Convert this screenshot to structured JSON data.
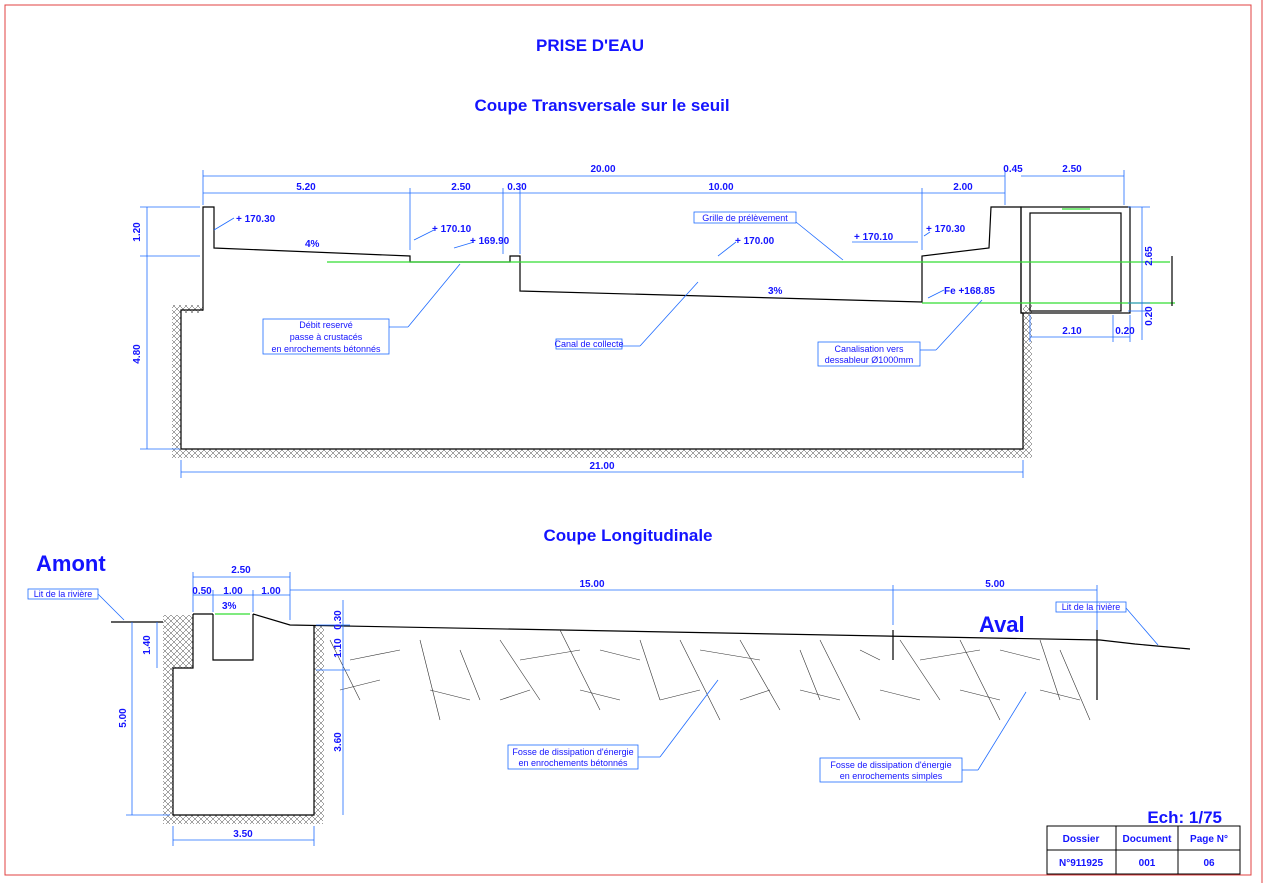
{
  "colors": {
    "frame": "#e04040",
    "text": "#1414ff",
    "dimension": "#1e6bff",
    "water": "#33dd33",
    "line": "#000000"
  },
  "titles": {
    "main": "PRISE D'EAU",
    "section1": "Coupe Transversale sur le seuil",
    "section2": "Coupe Longitudinale"
  },
  "transversale": {
    "dims": {
      "total": "20.00",
      "d1": "5.20",
      "d2": "2.50",
      "d3": "0.30",
      "d4": "10.00",
      "d5": "2.00",
      "d6": "0.45",
      "d7": "2.50",
      "h1": "1.20",
      "h2": "4.80",
      "r1": "2.65",
      "r2": "0.20",
      "b1": "2.10",
      "b2": "0.20",
      "bottom": "21.00"
    },
    "levels": {
      "l1": "+ 170.30",
      "l2": "+ 170.10",
      "l3": "+ 169.90",
      "l4": "+ 170.00",
      "l5": "+ 170.10",
      "l6": "+ 170.30",
      "fe": "Fe +168.85"
    },
    "slopes": {
      "s1": "4%",
      "s2": "3%"
    },
    "labels": {
      "grille": "Grille de prélèvement",
      "debit1": "Débit  reservé",
      "debit2": "passe à crustacés",
      "debit3": "en enrochements  bétonnés",
      "canal": "Canal de collecte",
      "canal1": "Canalisation vers",
      "canal2": "dessableur Ø1000mm"
    }
  },
  "longitudinale": {
    "amont": "Amont",
    "aval": "Aval",
    "lit1": "Lit de la rivière",
    "lit2": "Lit de la rivière",
    "slope": "3%",
    "dims": {
      "top": "2.50",
      "a": "0.50",
      "b": "1.00",
      "c": "1.00",
      "span1": "15.00",
      "span2": "5.00",
      "v1": "1.40",
      "v2": "5.00",
      "v3": "0.30",
      "v4": "1.10",
      "v5": "3.60",
      "base": "3.50"
    },
    "fosse1a": "Fosse de dissipation d'énergie",
    "fosse1b": "en enrochements bétonnés",
    "fosse2a": "Fosse de dissipation d'énergie",
    "fosse2b": "en enrochements simples"
  },
  "cartouche": {
    "ech": "Ech: 1/75",
    "headers": [
      "Dossier",
      "Document",
      "Page N°"
    ],
    "values": [
      "N°911925",
      "001",
      "06"
    ]
  }
}
